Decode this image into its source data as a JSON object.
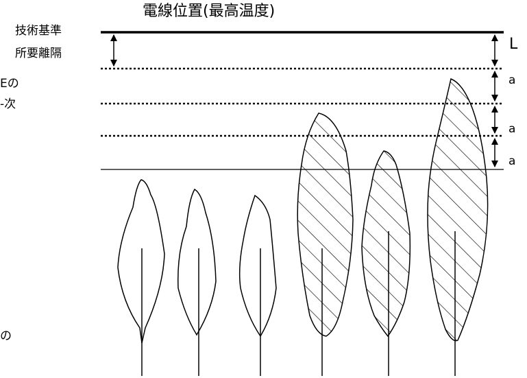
{
  "title": "電線位置(最高温度)",
  "left_label": {
    "line1": "技術基準",
    "line2": "所要離隔"
  },
  "cut_off_text": {
    "frag1": "Eの",
    "frag2": "-次",
    "frag3": "の"
  },
  "right_labels": {
    "L": "L",
    "a1": "a",
    "a2": "a",
    "a3": "a"
  },
  "trees": [
    {
      "name": "tree-1",
      "hatched": false
    },
    {
      "name": "tree-2",
      "hatched": false
    },
    {
      "name": "tree-3",
      "hatched": false
    },
    {
      "name": "tree-4",
      "hatched": true
    },
    {
      "name": "tree-5",
      "hatched": true
    },
    {
      "name": "tree-6",
      "hatched": true
    }
  ]
}
